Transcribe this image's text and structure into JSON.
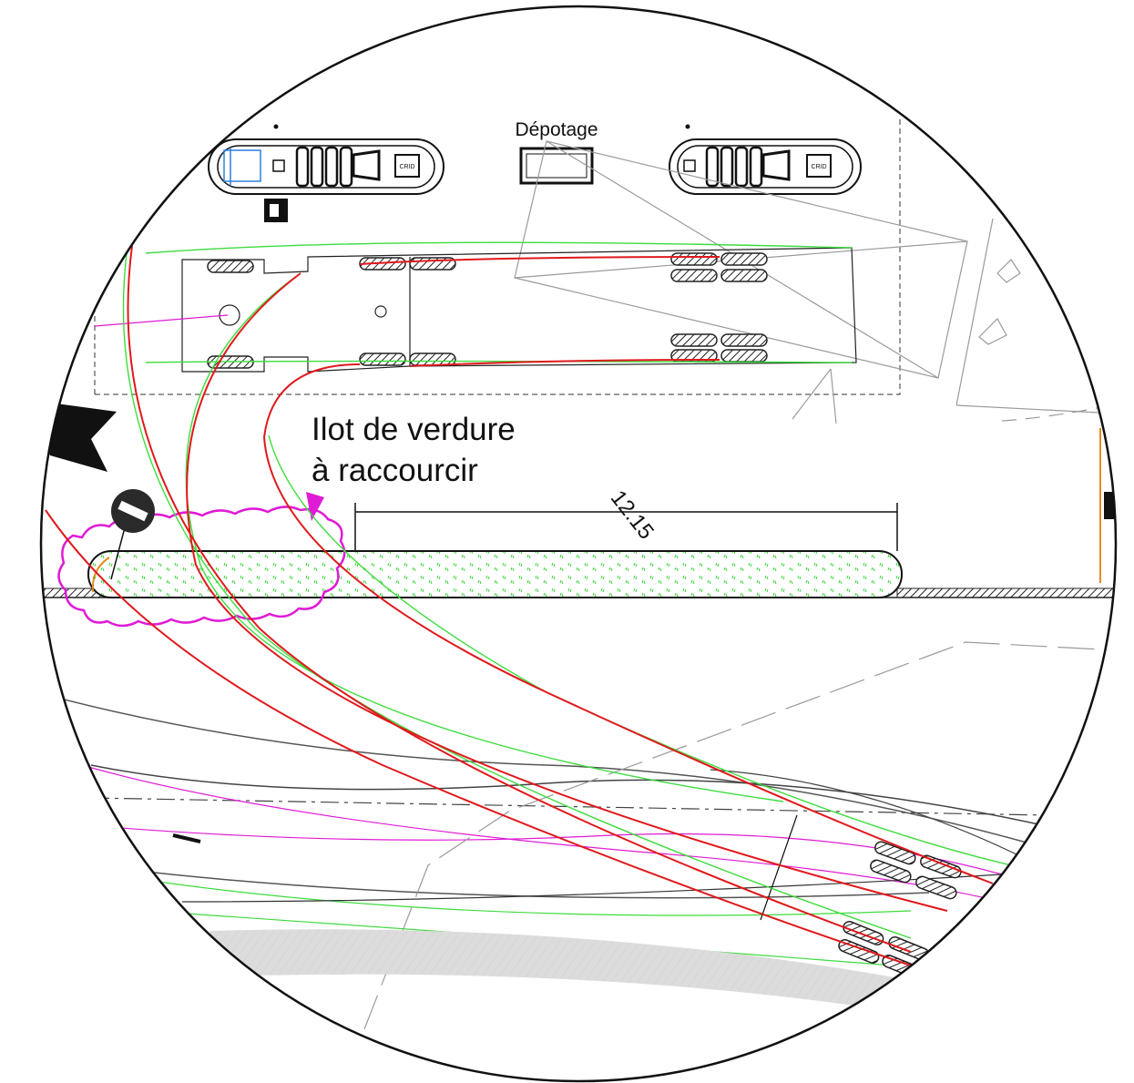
{
  "labels": {
    "depotage": "Dépotage",
    "island_line1": "Ilot de verdure",
    "island_line2": "à raccourcir",
    "dimension": "12.15",
    "crid_left": "CRID",
    "crid_right": "CRID"
  },
  "colors": {
    "swept_path": "#e0191c",
    "outer_path": "#3ddc3d",
    "revision_cloud": "#e01bd6",
    "green_island_fill": "#ffffff",
    "grass_mark": "#34d534",
    "hatch_band": "#d9d9d9",
    "construction_lines": "#9a9a9a",
    "curb_line": "#222222"
  },
  "symbols": [
    "revision-cloud",
    "no-entry-sign",
    "north-arrow",
    "truck-wheels",
    "trailer-body",
    "fuel-pump-island",
    "depotage-box"
  ]
}
